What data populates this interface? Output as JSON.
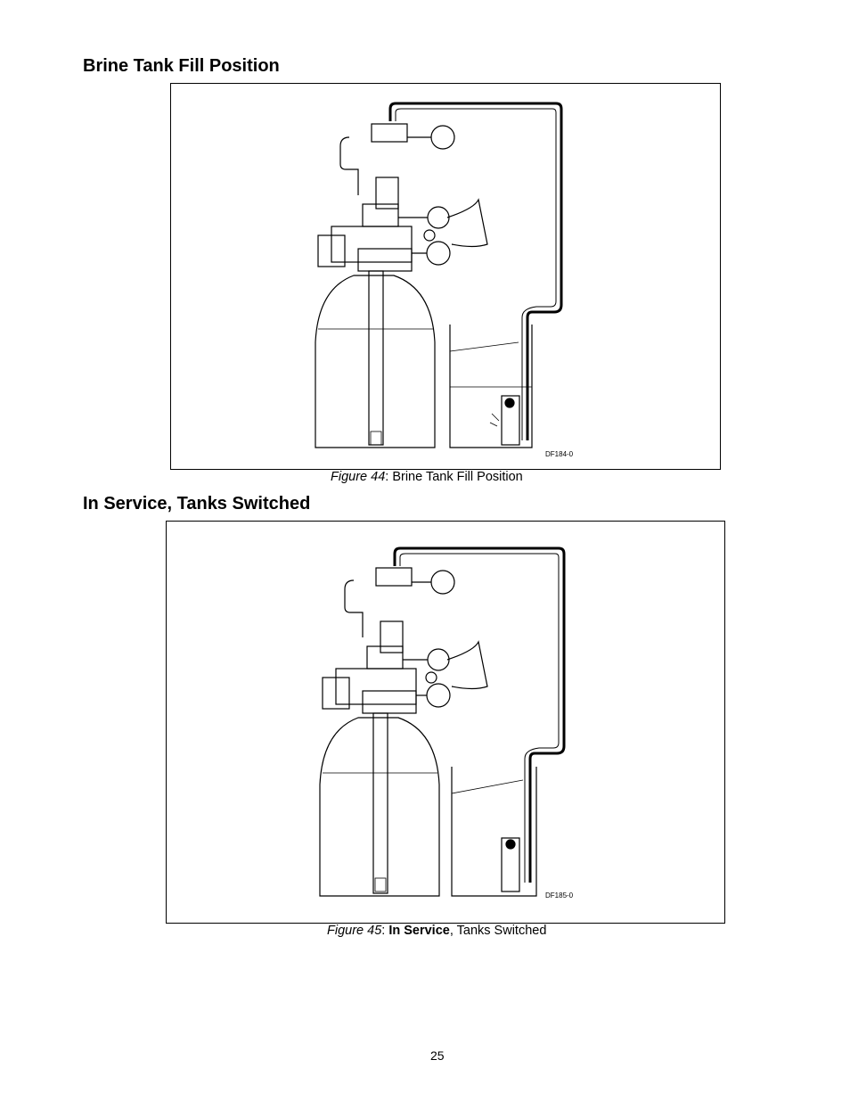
{
  "sections": [
    {
      "heading": "Brine Tank Fill Position",
      "figure_code": "DF184-0",
      "caption_number": "Figure 44",
      "caption_sep": ": ",
      "caption_bold": "",
      "caption_rest": "Brine Tank Fill Position"
    },
    {
      "heading": "In Service, Tanks Switched",
      "figure_code": "DF185-0",
      "caption_number": "Figure 45",
      "caption_sep": ": ",
      "caption_bold": "In Service",
      "caption_rest": ", Tanks Switched"
    }
  ],
  "page_number": "25"
}
